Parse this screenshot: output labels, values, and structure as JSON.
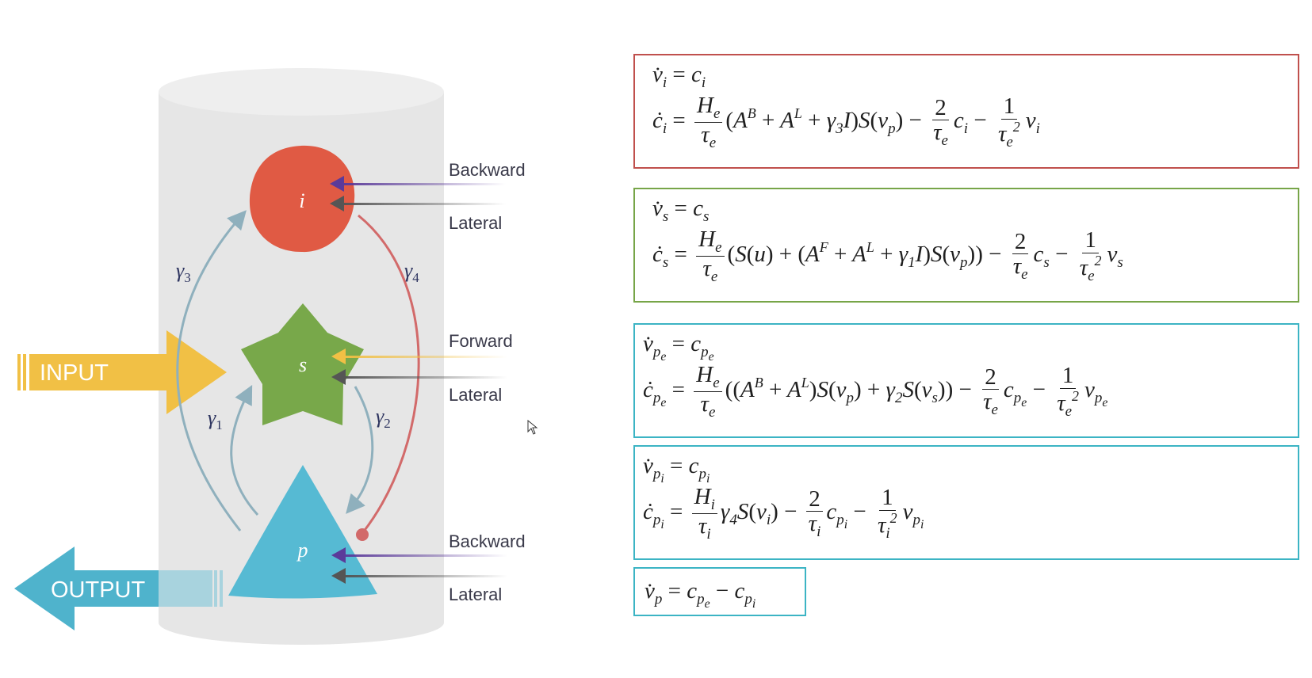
{
  "diagram": {
    "input_label": "INPUT",
    "output_label": "OUTPUT",
    "nodes": {
      "i": "i",
      "s": "s",
      "p": "p"
    },
    "connections": {
      "i_backward": "Backward",
      "i_lateral": "Lateral",
      "s_forward": "Forward",
      "s_lateral": "Lateral",
      "p_backward": "Backward",
      "p_lateral": "Lateral"
    },
    "gammas": {
      "g1": {
        "sym": "γ",
        "sub": "1"
      },
      "g2": {
        "sym": "γ",
        "sub": "2"
      },
      "g3": {
        "sym": "γ",
        "sub": "3"
      },
      "g4": {
        "sym": "γ",
        "sub": "4"
      }
    },
    "colors": {
      "i_node": "#e05a44",
      "s_node": "#78a84a",
      "p_node": "#56bad3",
      "input_arrow": "#f1c045",
      "output_arrow": "#4fb3cc",
      "column": "#e6e6e6",
      "backward_arrow": "#6a4a9e",
      "lateral_arrow": "#555555",
      "forward_arrow": "#f1c045",
      "excitatory_curve": "#8fb0bd",
      "inhibitory_curve": "#d26a6a"
    }
  },
  "equations": {
    "colors": {
      "i": "#c0504d",
      "s": "#77a548",
      "pe": "#3cb4c4",
      "pi": "#3cb4c4",
      "p": "#3cb4c4"
    }
  }
}
